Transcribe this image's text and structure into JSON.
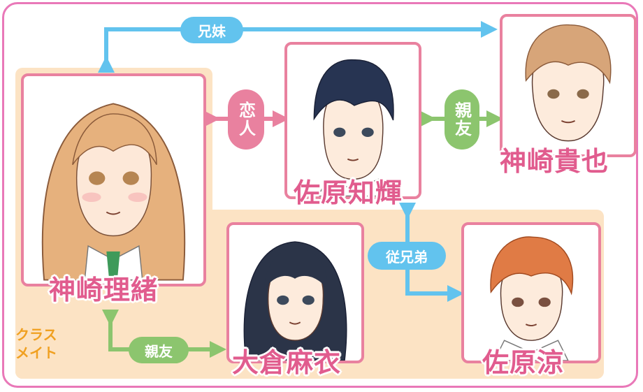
{
  "diagram": {
    "class_label_line1": "クラス",
    "class_label_line2": "メイト",
    "characters": {
      "rio": {
        "name": "神崎理緒"
      },
      "kazuomi": {
        "name": "佐原知輝"
      },
      "takaya": {
        "name": "神崎貴也"
      },
      "akane": {
        "name": "大倉麻衣"
      },
      "ryo": {
        "name": "佐原涼"
      }
    },
    "relations": {
      "siblings": "兄妹",
      "lovers": "恋人",
      "best_friends_top": "親友",
      "cousins": "従兄弟",
      "best_friends_bottom": "親友"
    }
  },
  "colors": {
    "frame": "#e978b8",
    "card_border": "#e9819f",
    "name_text": "#e15c8e",
    "sibling_arrow": "#62c3ee",
    "lover_badge": "#e9819f",
    "friend_arrow": "#8cc56e",
    "class_area": "#fce3c4",
    "class_label": "#f0a020"
  }
}
